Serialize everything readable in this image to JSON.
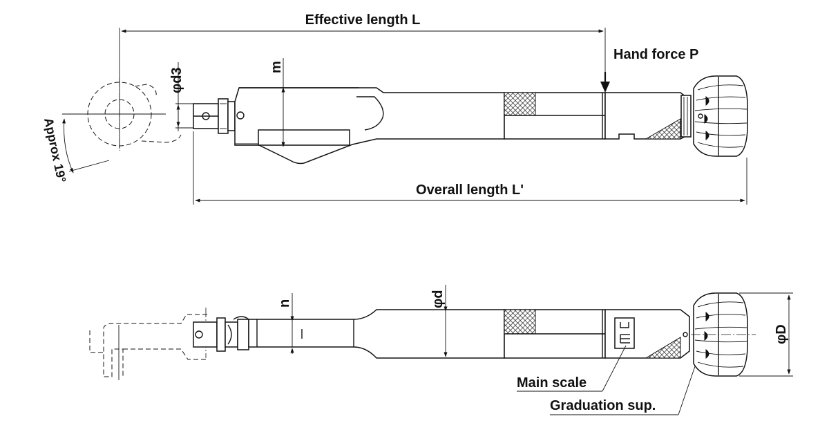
{
  "labels": {
    "effective_length": "Effective length L",
    "hand_force": "Hand force P",
    "overall_length": "Overall length L'",
    "m": "m",
    "phi_d3": "φd3",
    "approx_angle": "Approx 19°",
    "n": "n",
    "phi_d": "φd",
    "phi_D": "φD",
    "main_scale": "Main scale",
    "graduation_sup": "Graduation sup."
  },
  "colors": {
    "line": "#111111",
    "background": "#ffffff"
  }
}
